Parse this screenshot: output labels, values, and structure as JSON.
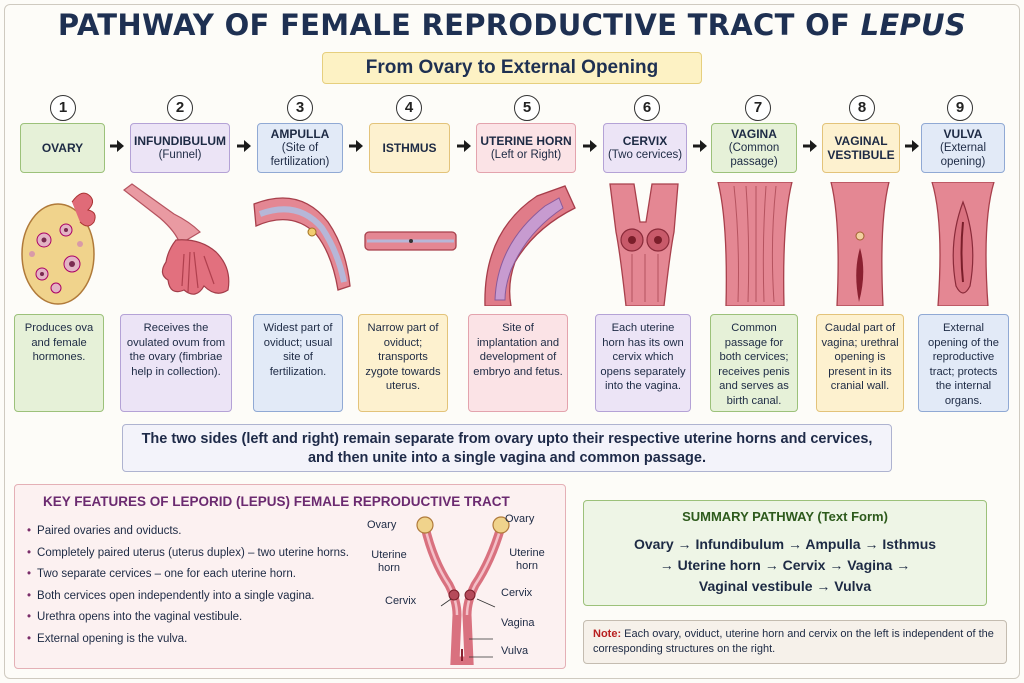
{
  "title_main": "PATHWAY OF FEMALE REPRODUCTIVE TRACT OF",
  "title_italic": "LEPUS",
  "subtitle": "From Ovary to External Opening",
  "stages": [
    {
      "number": "1",
      "name": "OVARY",
      "sub": "",
      "description": "Produces ova and female hormones."
    },
    {
      "number": "2",
      "name": "INFUNDIBULUM",
      "sub": "(Funnel)",
      "description": "Receives the ovulated ovum from the ovary (fimbriae help in collection)."
    },
    {
      "number": "3",
      "name": "AMPULLA",
      "sub": "(Site of fertilization)",
      "description": "Widest part of oviduct; usual site of fertilization."
    },
    {
      "number": "4",
      "name": "ISTHMUS",
      "sub": "",
      "description": "Narrow part of oviduct; transports zygote towards uterus."
    },
    {
      "number": "5",
      "name": "UTERINE HORN",
      "sub": "(Left or Right)",
      "description": "Site of implantation and development of embryo and fetus."
    },
    {
      "number": "6",
      "name": "CERVIX",
      "sub": "(Two cervices)",
      "description": "Each uterine horn has its own cervix which opens separately into the vagina."
    },
    {
      "number": "7",
      "name": "VAGINA",
      "sub": "(Common passage)",
      "description": "Common passage for both cervices; receives penis and serves as birth canal."
    },
    {
      "number": "8",
      "name": "VAGINAL VESTIBULE",
      "sub": "",
      "description": "Caudal part of vagina; urethral opening is present in its cranial wall."
    },
    {
      "number": "9",
      "name": "VULVA",
      "sub": "(External opening)",
      "description": "External opening of the reproductive tract; protects the internal organs."
    }
  ],
  "separation_note": {
    "line1": "The two sides (left and right) remain separate from ovary upto their respective uterine horns and cervices,",
    "line2": "and then unite into a single vagina and common passage."
  },
  "key_features": {
    "title": "KEY FEATURES OF LEPORID (LEPUS) FEMALE REPRODUCTIVE TRACT",
    "items": [
      "Paired ovaries and oviducts.",
      "Completely paired uterus (uterus duplex) – two uterine horns.",
      "Two separate cervices – one for each uterine horn.",
      "Both cervices open independently into a single vagina.",
      "Urethra opens into the vaginal vestibule.",
      "External opening is the vulva."
    ],
    "diagram_labels": {
      "ovary_left": "Ovary",
      "ovary_right": "Ovary",
      "horn_left": "Uterine horn",
      "horn_right": "Uterine horn",
      "cervix_left": "Cervix",
      "cervix_right": "Cervix",
      "vagina": "Vagina",
      "vulva": "Vulva"
    }
  },
  "summary": {
    "title": "SUMMARY PATHWAY (Text Form)",
    "line1": "Ovary → Infundibulum → Ampulla → Isthmus",
    "line2": "→ Uterine horn → Cervix → Vagina →",
    "line3": "Vaginal vestibule → Vulva"
  },
  "note": {
    "label": "Note:",
    "text": "Each ovary, oviduct, uterine horn and cervix on the left is independent of the corresponding structures on the right."
  },
  "colors": {
    "title": "#1e3052",
    "green": "#9cc17a",
    "purple": "#b4a2d6",
    "blue": "#90a9d4",
    "yellow": "#e3c37a",
    "pink": "#e3a3ad",
    "tissue": "#d9717f"
  }
}
